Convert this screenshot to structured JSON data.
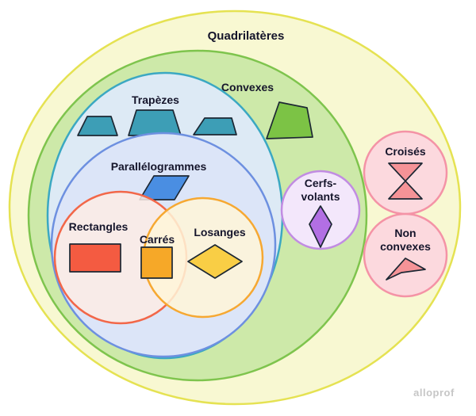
{
  "diagram": {
    "watermark": "alloprof",
    "outline_color": "#1c2733",
    "sets": {
      "quadrilateres": {
        "label": "Quadrilatères",
        "fill": "#f8f8d2",
        "stroke": "#e5e252"
      },
      "convexes": {
        "label": "Convexes",
        "fill": "#cde9a9",
        "stroke": "#7ec44d"
      },
      "trapezes": {
        "label": "Trapèzes",
        "fill": "#ddeaf5",
        "stroke": "#3ba8c2"
      },
      "parallelogrammes": {
        "label": "Parallélogrammes",
        "fill": "#dce5f8",
        "stroke": "#6d90e0"
      },
      "rectangles": {
        "label": "Rectangles",
        "fill": "rgba(253,236,229,0.85)",
        "stroke": "#f26749"
      },
      "carres": {
        "label": "Carrés"
      },
      "losanges": {
        "label": "Losanges",
        "fill": "rgba(255,246,216,0.85)",
        "stroke": "#f6a832"
      },
      "cerfs_volants": {
        "label_line1": "Cerfs-",
        "label_line2": "volants",
        "fill": "#f3e7fb",
        "stroke": "#c18ce2"
      },
      "croises": {
        "label": "Croisés",
        "fill": "#fcd9de",
        "stroke": "#f493a6"
      },
      "non_convexes": {
        "label_line1": "Non",
        "label_line2": "convexes",
        "fill": "#fcd9de",
        "stroke": "#f493a6"
      }
    },
    "shapes": {
      "trapezoid": {
        "fill": "#3d9eb6"
      },
      "convex_quad": {
        "fill": "#7cc345"
      },
      "parallelogram": {
        "fill": "#4a8ee2"
      },
      "rectangle": {
        "fill": "#f45b41"
      },
      "square": {
        "fill": "#f6a828"
      },
      "losange": {
        "fill": "#f9ce45"
      },
      "kite": {
        "fill": "#b26fe3"
      },
      "crossed_quad": {
        "fill": "#f59397"
      },
      "dart": {
        "fill": "#f59397"
      }
    }
  }
}
